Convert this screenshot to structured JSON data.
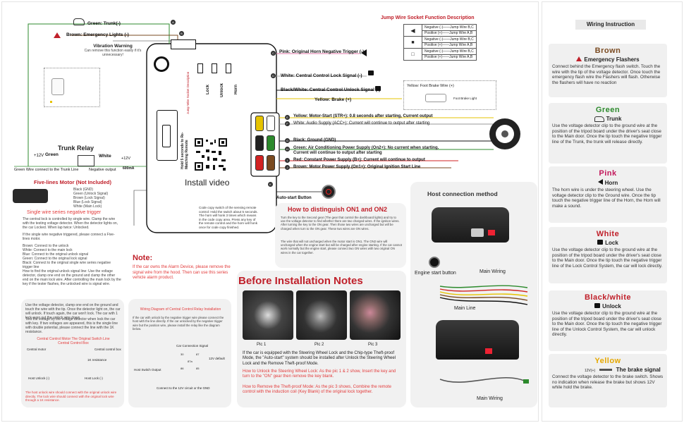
{
  "main_diagram": {
    "wires_left": {
      "trunk": "Green: Trunk(-)",
      "emergency": "Brown: Emergency Lights (-)"
    },
    "vibration": {
      "title": "Vibration Warning",
      "text": "Can remove this function easily if it's unnecessary!"
    },
    "trunk_relay": {
      "title": "Trunk Relay",
      "label_green": "Green",
      "label_white": "White",
      "plus12_left": "+12V",
      "plus12_right": "+12V",
      "green_note": "Green Wire connect to the Trunk Line",
      "neg_output": "Negative output",
      "current": "600mA"
    },
    "wires_top_right": {
      "pink": "Pink: Original Horn Negative Trigger (-)",
      "white": "White: Central Control Lock Signal (-)",
      "black_white": "Black/White: Central Control Unlock Signal (-)",
      "yellow": "Yellow: Brake (+)"
    },
    "foot_brake": {
      "label": "Yellow: Foot Brake Wire (+)",
      "small": "Foot Brake Light"
    },
    "wires_right": [
      {
        "label": "Yellow: Motor-Start (STR+): 0.8 seconds after starting, Current output",
        "color": "#e6c300"
      },
      {
        "label": "White: Audio Supply (ACC+): Current will continue to output after starting",
        "color": "#eeeeee"
      },
      {
        "label": "Black: Ground (GND)",
        "color": "#111111"
      },
      {
        "label": "Green: Air Conditioning Power Supply (On2+): No current when starting. Current will continue to output after starting",
        "color": "#2c8a2c"
      },
      {
        "label": "Red: Constant Power Supply (B+): Current will continue to output",
        "color": "#d22222"
      },
      {
        "label": "Brown: Motor Power Supply (On1+): Original Ignition Start Line",
        "color": "#7a4a20"
      }
    ],
    "install_video": "Install video",
    "hold_note": "Hold 5 seconds to Re-Matching Remote",
    "learn_label": "Jump Wire Socket Description",
    "auto_start": "Auto-start Button",
    "code_copy": "Code copy switch of the sensing remote control: Hold the switch about 5 seconds. The horn will honk 3 times which means in the code copy area. Press any key of the remote control and the horn will honk once for code copy finished.",
    "letters": [
      "A",
      "B",
      "C",
      "D",
      "E",
      "F",
      "G",
      "H",
      "I",
      "J",
      "K"
    ],
    "lock_labels": [
      "Lock",
      "Unlock",
      "Horn"
    ]
  },
  "jump_wire": {
    "title": "Jump Wire Socket Function Description",
    "rows": [
      "Negative (-)——Jump Wire B,C",
      "Positive (+)——Jump Wire A,B",
      "Negative (-)——Jump Wire B,C",
      "Positive (+)——Jump Wire A,B",
      "Negative (-)——Jump Wire B,C",
      "Positive (+)——Jump Wire A,B"
    ]
  },
  "five_lines": {
    "title": "Five-lines Motor (Not Included)",
    "legend": [
      "Black (GND)",
      "Green (Unlock Signal)",
      "Brown (Lock Signal)",
      "Blue (Lock Signal)",
      "White (Main Lock)"
    ],
    "subtitle": "Single wire series negative trigger",
    "text1": "The central lock is controlled by single wire. Clamp the wire with the testing voltage detector. When the detector lights on, the car Locked. When lap twice: Unlocked.",
    "text2": "If the single wire negative triggered, please connect a Five-lines motor.",
    "list": [
      "Brown: Connect to the unlock",
      "White: Connect to the main lock",
      "Blue: Connect to the original unlock signal",
      "Green: Connect to the original lock signal",
      "Black: Connect to the original single wire series negative trigger line"
    ],
    "text3": "How to find the original unlock signal line: Use the voltage detector, clamp one end on the ground and clamp the other end on the main lock wire. After controlling the main lock by the key if the tester flashes, the unlocked wire is signal wire."
  },
  "note": {
    "title": "Note:",
    "text": "If the car owns the Alarm Device, please remove the signal wire from the hood. Then can use this series vehicle alarm product."
  },
  "central_motor": {
    "text1": "Use the voltage detector, clamp one end on the ground and touch the wire with the tip. Once the detector light on, the car will unlock. If touch again, the car won't lock. The car with 1 lock even cut the unlock wire down.",
    "text2": "Test the voltage by the voltage detector when lock the car with key. If two voltages are appeared, this is the single line with double potential, please connect the line with the 1K resistance.",
    "subtitle": "Central Control Motor The Original Switch Line Central Control Box",
    "central_motor_label": "Central motor",
    "central_box_label": "Central control box",
    "resist": "1K resistance",
    "host_unlock": "Host Unlock (-)",
    "host_lock": "Host Lock (-)",
    "footer": "The host unlock wire should connect with the original unlock wire directly. The lock wire should connect with the original lock wire through a 1K resistance."
  },
  "relay_diagram": {
    "title": "Wiring Diagram of Central Control Relay Installation",
    "text": "If the car with unlock by the negative trigger wire please connect the host with the line directly. If the car unlocked by the negative trigger wire but the position wire, please install the relay like the diagram below.",
    "labels": [
      "Car Connection Signal",
      "Host Switch Output",
      "12V default"
    ],
    "pins": [
      "30",
      "87",
      "86",
      "85",
      "87a"
    ],
    "footer": "Connect to the 12V circuit or the GND"
  },
  "on1on2": {
    "title": "How to distinguish ON1 and ON2",
    "p1": "Turn the key to the Second gear (The gear that control the dashboard lights) and try to use the voltage detector to find whether there are two charged wires. If the ignition wires. After turning the key to the ON gear. Then those two wires are uncharged but will be charged when turn to the ON gear. These two wires are ON wires.",
    "p2": "The wire that will not uncharged when the motor start is ON1. The ON2 wire will uncharged when the engine start but will be charged after engine starting. If the car cannot work normally but the engine start, please connect two ON wires with two original ON wires in the car together."
  },
  "before_notes": {
    "title": "Before Installation Notes",
    "pics": [
      "Pic 1",
      "Pic 2",
      "Pic 3"
    ],
    "p1": "If the car is equipped with the Steering Wheel Lock and the Chip-type Theft-proof Mode, the \"Auto-start\" system should be installed after Unlock the Steering Wheel Lock and the Remove Theft-proof Mode.",
    "p2": "How to Unlock the Steering Wheel Lock: As the pic 1 & 2 show, Insert the key and turn to the \"ON\" gear then remove the key blank.",
    "p3": "How to Remove the Theft-proof Mode: As the pic 3 shows, Combine the remote control with the induction coil (Key Blank) of the original lock together."
  },
  "host_connection": {
    "title": "Host connection method",
    "engine_btn": "Engine start button",
    "main_wiring_1": "Main Wiring",
    "main_line": "Main Line",
    "main_wiring_2": "Main Wiring"
  },
  "wiring_instruction": {
    "title": "Wiring Instruction",
    "cards": [
      {
        "color": "Brown",
        "sub": "Emergency Flashers",
        "icon": "flasher-icon",
        "text": "Connect behind the Emergency flash switch. Touch the wire with the tip of the voltage detector. Once touch the emergency flash wire the Flashers will flash. Otherwise the flashers will have no reaction"
      },
      {
        "color": "Green",
        "sub": "Trunk",
        "icon": "car-trunk-icon",
        "text": "Use the voltage detector clip to the ground wire at the position of the tripod board under the driver's seat close to the Main door. Once the tip touch the negative trigger line of the Trunk, the trunk will release directly."
      },
      {
        "color": "Pink",
        "sub": "Horn",
        "icon": "horn-icon",
        "text": "The horn wire is under the steering wheel. Use the voltage detector clip to the Ground wire. Once the tip touch the negative trigger line of the Horn, the Horn will make a sound."
      },
      {
        "color": "White",
        "sub": "Lock",
        "icon": "lock-icon",
        "text": "Use the voltage detector clip to the ground wire at the position of the tripod board under the driver's seat close to the Main door. Once the tip touch the negative trigger line of the Lock Control System, the car will lock directly."
      },
      {
        "color": "Black/white",
        "sub": "Unlock",
        "icon": "unlock-icon",
        "text": "Use the voltage detector clip to the ground wire at the position of the tripod board under the driver's seat close to the Main door. Once the tip touch the negative trigger line of the Unlock Control System, the car will unlock directly."
      },
      {
        "color": "Yellow",
        "sub": "The brake signal",
        "icon": "brake-probe-icon",
        "text": "Connect the voltage detector to the brake switch. Shows no indication when release the brake but shows 12V while hold the brake.",
        "probe": "12V(+)"
      }
    ]
  },
  "colors": {
    "accent_red": "#c0202a",
    "panel_grey": "#f1f1f1",
    "wire_yellow": "#e6c300",
    "wire_green": "#2c8a2c",
    "wire_red": "#d22222",
    "wire_brown": "#7a4a20"
  }
}
